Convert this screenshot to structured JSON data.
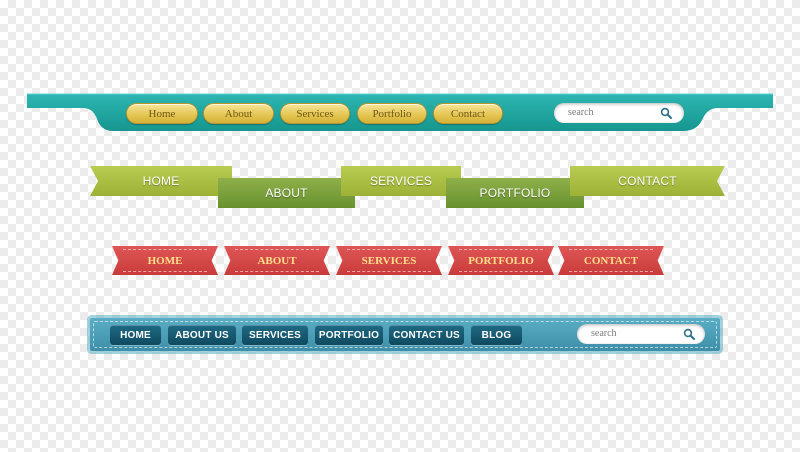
{
  "nav1": {
    "items": [
      "Home",
      "About",
      "Services",
      "Portfolio",
      "Contact"
    ],
    "search_placeholder": "search",
    "colors": {
      "bar": "#21a8a5",
      "pill": "#e6c757",
      "pill_text": "#6e5716"
    }
  },
  "nav2": {
    "items": [
      "HOME",
      "ABOUT",
      "SERVICES",
      "PORTFOLIO",
      "CONTACT"
    ],
    "colors": {
      "light": "#a9bd40",
      "dark": "#74a035"
    }
  },
  "nav3": {
    "items": [
      "HOME",
      "ABOUT",
      "SERVICES",
      "PORTFOLIO",
      "CONTACT"
    ],
    "colors": {
      "banner": "#d44848",
      "text": "#ffe08a"
    }
  },
  "nav4": {
    "items": [
      "HOME",
      "ABOUT US",
      "SERVICES",
      "PORTFOLIO",
      "CONTACT US",
      "BLOG"
    ],
    "search_placeholder": "search",
    "colors": {
      "bar": "#4a9db6",
      "button": "#145872"
    }
  },
  "icons": {
    "search": "search-icon"
  }
}
